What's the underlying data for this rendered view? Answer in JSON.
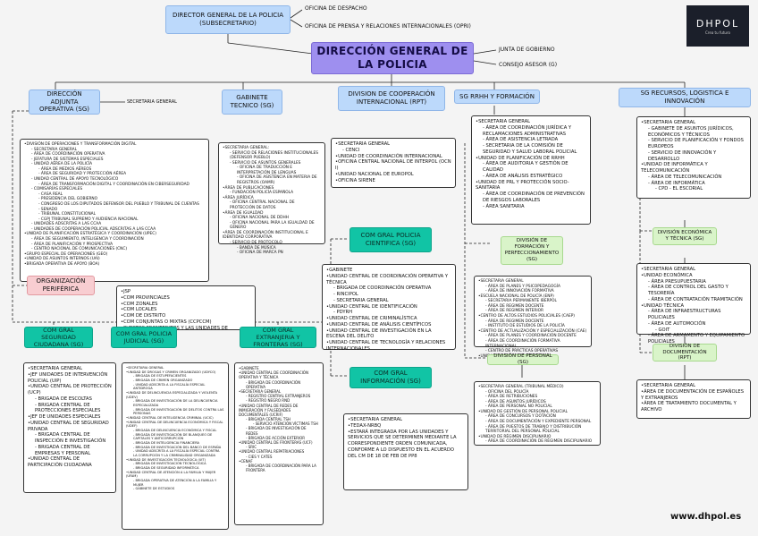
{
  "logo": {
    "name": "DHPOL",
    "tagline": "Crea tu futuro"
  },
  "website": "www.dhpol.es",
  "director_general": "DIRECTOR GENERAL DE LA POLICIA (SUBSECRETARIO)",
  "top_side": [
    "OFICINA DE DESPACHO",
    "OFICINA DE PRENSA Y RELACIONES INTERNACIONALES (OPRI)"
  ],
  "main_title": "DIRECCIÓN GENERAL DE LA POLICIA",
  "main_side": [
    "JUNTA DE GOBIERNO",
    "CONSEJO ASESOR (G)"
  ],
  "dao": {
    "title": "DIRECCIÓN ADJUNTA OPERATIVA (SG)",
    "side_label": "SECRETARIA GENERAL",
    "items": [
      [
        "l0",
        "DIVISIÓN DE OPERACIONES Y TRANSFORMACIÓN DIGITAL"
      ],
      [
        "l1",
        "SECRETARIA GENERAL"
      ],
      [
        "l1",
        "ÁREA DE COORDINACIÓN OPERATIVA"
      ],
      [
        "l1",
        "JEFATURA DE SISTEMAS ESPECIALES"
      ],
      [
        "l1",
        "UNIDAD AÉREA DE LA POLICÍA"
      ],
      [
        "l2",
        "ÁREA DE MEDIOS AÉREOS"
      ],
      [
        "l2",
        "ÁREA DE SEGURIDAD Y PROTECCIÓN AÉREA"
      ],
      [
        "l1",
        "UNIDAD CENTRAL DE APOYO TECNOLÓGICO"
      ],
      [
        "l2",
        "ÁREA DE TRANSFORMACIÓN DIGITAL Y COORDINACIÓN EN CIBERSEGURIDAD"
      ],
      [
        "l1",
        "COMISARÍAS ESPECIALES"
      ],
      [
        "l2",
        "CASA REAL"
      ],
      [
        "l2",
        "PRESIDENCIA DEL GOBIERNO"
      ],
      [
        "l2",
        "CONGRESO DE LOS DIPUTADOS DEFENSOR DEL PUEBLO Y TRIBUNAL DE CUENTAS"
      ],
      [
        "l2",
        "SENADO"
      ],
      [
        "l2",
        "TRIBUNAL CONSTITUCIONAL"
      ],
      [
        "l2",
        "CGPJ TRIBUNAL SUPREMO Y AUDIENCIA NACIONAL"
      ],
      [
        "l1",
        "UNIDADES ADSCRITAS A LAS CCAA"
      ],
      [
        "l1",
        "UNIDADES DE COOPERACIÓN POLICIAL ADSCRITAS A LAS CCAA"
      ],
      [
        "l0",
        "UNIDAD DE PLANIFICACIÓN ESTRATÉGICA Y COORDINACIÓN (UPEC)"
      ],
      [
        "l1",
        "ÁREA DE SEGUIMIENTO, INTELIGENCIA Y COORDINACIÓN"
      ],
      [
        "l1",
        "ÁREA DE PLANIFICACIÓN Y PROSPECTIVA"
      ],
      [
        "l1",
        "CENTRO NACIONAL DE COMUNICACIONES (CNC)"
      ],
      [
        "l0",
        "GRUPO ESPECIAL DE OPERACIONES (GEO)"
      ],
      [
        "l0",
        "UNIDAD DE ASUNTOS INTERNOS (UAI)"
      ],
      [
        "l0",
        "BRIGADA OPERATIVA DE APOYO (BOA)"
      ]
    ]
  },
  "gabinete": {
    "title": "GABINETE TECNICO (SG)",
    "items": [
      [
        "l0",
        "SECRETARIA GENERAL:"
      ],
      [
        "l1",
        "SERVICIO DE RELACIONES INSTITUCIONALES (DEFENSOR PUEBLO)"
      ],
      [
        "l1",
        "SERVICIO DE ASUNTOS GENERALES"
      ],
      [
        "l2",
        "OFICINA DE TRADUCCIÓN E INTERPRETACIÓN DE LENGUAS"
      ],
      [
        "l2",
        "OFICINA DE ASISTENCIA EN MATERIA DE REGISTROS (OAMR)"
      ],
      [
        "l0",
        "ÁREA DE PUBLICACIONES"
      ],
      [
        "l1",
        "FUNDACIÓN POLICÍA ESPAÑOLA"
      ],
      [
        "l0",
        "ÁREA JURÍDICA"
      ],
      [
        "l1",
        "OFICINA CENTRAL NACIONAL DE PROTECCIÓN DE DATOS"
      ],
      [
        "l0",
        "ÁREA DE IGUALDAD"
      ],
      [
        "l1",
        "OFICINA NACIONAL DE DDHH"
      ],
      [
        "l1",
        "OFICINA NACIONAL PARA LA IGUALDAD DE GÉNERO"
      ],
      [
        "l0",
        "ÁREA DE COORDINACIÓN INSTITUCIONAL E IDENTIDAD CORPORATIVA"
      ],
      [
        "l1",
        "SERVICIO DE PROTOCOLO"
      ],
      [
        "l2",
        "BANDA DE MÚSICA"
      ],
      [
        "l2",
        "OFICINA DE MARCA PN"
      ]
    ]
  },
  "cooperacion": {
    "title": "DIVISION DE COOPERACIÓN INTERNACIONAL (RPT)",
    "items": [
      [
        "l0",
        "SECRETARIA GENERAL"
      ],
      [
        "l1",
        "CENCI"
      ],
      [
        "l0",
        "UNIDAD DE COORDINACIÓN INTERNACIONAL"
      ],
      [
        "l0",
        "OFICINA CENTRAL NACIONAL DE INTERPOL (OCN I)"
      ],
      [
        "l0",
        "UNIDAD NACIONAL DE EUROPOL"
      ],
      [
        "l0",
        "OFICINA SIRENE"
      ]
    ]
  },
  "rrhh": {
    "title": "SG RRHH Y FORMACIÓN",
    "items": [
      [
        "l0",
        "SECRETARIA GENERAL"
      ],
      [
        "l1",
        "ÁREA DE COORDINACIÓN JURÍDICA Y RECLAMACIONES ADMINISTRATIVAS"
      ],
      [
        "l1",
        "ÁREA DE ASISTENCIA LETRADA"
      ],
      [
        "l1",
        "SECRETARIA DE LA COMISIÓN DE SEGURIDAD Y SALUD LABORAL POLICIAL"
      ],
      [
        "l0",
        "UNIDAD DE PLANIFICACIÓN DE RRHH"
      ],
      [
        "l1",
        "ÁREA DE AUDITORIA Y GESTIÓN DE CALIDAD"
      ],
      [
        "l1",
        "ÁREA DE ANÁLISIS ESTRATÉGICO"
      ],
      [
        "l0",
        "UNIDAD DE PRL Y PROTECCIÓN SOCIO-SANITARIA"
      ],
      [
        "l1",
        "ÁREA DE COORDINACIÓN DE PREVENCIÓN DE RIESGOS LABORALES"
      ],
      [
        "l1",
        "ÁREA SANITARIA"
      ]
    ]
  },
  "logistica": {
    "title": "SG RECURSOS, LOGISTICA E INNOVACIÓN",
    "items": [
      [
        "l0",
        "SECRETARIA GENERAL"
      ],
      [
        "l1",
        "GABINETE DE ASUNTOS JURÍDICOS, ECONÓMICOS Y TÉCNICOS"
      ],
      [
        "l1",
        "SERVICIO DE PLANIFICACIÓN Y FONDOS EUROPEOS"
      ],
      [
        "l1",
        "SERVICIO DE INNOVACIÓN Y DESARROLLO"
      ],
      [
        "l0",
        "UNIDAD DE INFORMÁTICA Y TELECOMUNICACIÓN"
      ],
      [
        "l1",
        "ÁREA DE TELECOMUNICACIÓN"
      ],
      [
        "l1",
        "ÁREA DE INFORMÁTICA"
      ],
      [
        "l2",
        "CPD - EL ESCORIAL"
      ]
    ]
  },
  "cientifica": {
    "title": "COM GRAL POLICIA CIENTIFICA (SG)",
    "items": [
      [
        "l0",
        "GABINETE"
      ],
      [
        "l0",
        "UNIDAD CENTRAL DE COORDINACIÓN OPERATIVA Y TÉCNICA"
      ],
      [
        "l1",
        "BRIGADA DE COORDINACIÓN OPERATIVA"
      ],
      [
        "l1",
        "RINCIPOL"
      ],
      [
        "l1",
        "SECRETARIA GENERAL"
      ],
      [
        "l0",
        "UNIDAD CENTRAL DE IDENTIFICACIÓN"
      ],
      [
        "l1",
        "PDYRH"
      ],
      [
        "l0",
        "UNIDAD CENTRAL DE CRIMINALÍSTICA"
      ],
      [
        "l0",
        "UNIDAD CENTRAL DE ANÁLISIS CIENTÍFICOS"
      ],
      [
        "l0",
        "UNIDAD CENTRAL DE INVESTIGACIÓN EN LA ESCENA DEL DELITO"
      ],
      [
        "l0",
        "UNIDAD CENTRAL DE TECNOLOGÍA Y RELACIONES INTERNACIONALES"
      ]
    ]
  },
  "formacion": {
    "title": "DIVISIÓN DE FORMACIÓN Y PERFECCIONAMIENTO (SG)",
    "items": [
      [
        "l0",
        "SECRETARIA GENERAL"
      ],
      [
        "l1",
        "ÁREA DE PLANES Y PSICOPEDAGOGÍA"
      ],
      [
        "l1",
        "ÁREA DE INNOVACIÓN FORMATIVA"
      ],
      [
        "l0",
        "ESCUELA NACIONAL DE POLICÍA (ENP)"
      ],
      [
        "l1",
        "SECRETARIA PERMANENTE IBERPOL"
      ],
      [
        "l1",
        "ÁREA DE REGIMEN DOCENTE"
      ],
      [
        "l1",
        "ÁREA DE REGIMEN INTERIOR"
      ],
      [
        "l0",
        "CENTRO DE ALTOS ESTUDIOS POLICIALES (CAEP)"
      ],
      [
        "l1",
        "ÁREA DE REGIMEN DOCENTE"
      ],
      [
        "l1",
        "INSTITUTO DE ESTUDIOS DE LA POLICÍA"
      ],
      [
        "l0",
        "CENTRO DE ACTUALIZACIÓN Y ESPECIALIZACIÓN (CAE)"
      ],
      [
        "l1",
        "ÁREA DE PLANES Y COORDINACIÓN DOCENTE"
      ],
      [
        "l1",
        "ÁREA DE COORDINACIÓN FORMATIVA INTERNACIONAL"
      ],
      [
        "l1",
        "CENTRO DE PRÁCTICAS OPERATIVAS"
      ],
      [
        "l0",
        "UNIDAD DE PROCESOS SELECTIVOS"
      ]
    ]
  },
  "economica": {
    "title": "DIVISIÓN ECONÓMICA Y TÉCNICA (SG)",
    "items": [
      [
        "l0",
        "SECRETARIA GENERAL"
      ],
      [
        "l0",
        "UNIDAD ECONÓMICA"
      ],
      [
        "l1",
        "ÁREA PRESUPUESTARIA"
      ],
      [
        "l1",
        "ÁREA DE CONTROL DEL GASTO Y TESORERÍA"
      ],
      [
        "l1",
        "ÁREA DE CONTRATACIÓN TRAMITACIÓN"
      ],
      [
        "l0",
        "UNIDAD TÉCNICA"
      ],
      [
        "l1",
        "ÁREA DE INFRAESTRUCTURAS POLICIALES"
      ],
      [
        "l1",
        "ÁREA DE AUTOMOCIÓN"
      ],
      [
        "l2",
        "GOIT"
      ],
      [
        "l1",
        "ÁREA DE ARMAMENTO Y EQUIPAMIENTO POLICIALES"
      ]
    ]
  },
  "documentacion": {
    "title": "DIVISIÓN DE DOCUMENTACIÓN (RPT)",
    "items": [
      [
        "l0",
        "SECRETARIA GENERAL"
      ],
      [
        "l0",
        "ÁREA DE DOCUMENTACIÓN DE ESPAÑOLES Y EXTRANJEROS"
      ],
      [
        "l0",
        "ÁREA DE TRATAMIENTO DOCUMENTAL Y ARCHIVO"
      ]
    ]
  },
  "personal": {
    "title": "DIVISIÓN DE PERSONAL (SG)",
    "items": [
      [
        "l0",
        "SECRETARIA GENERAL (TRIBUNAL MÉDICO)"
      ],
      [
        "l1",
        "OFICINA DEL POLICÍA"
      ],
      [
        "l1",
        "ÁREA DE RETRIBUCIONES"
      ],
      [
        "l1",
        "ÁREA DE ASUNTOS JURÍDICOS"
      ],
      [
        "l1",
        "ÁREA DE PERSONAL NO POLICIAL"
      ],
      [
        "l0",
        "UNIDAD DE GESTIÓN DE PERSONAL POLICIAL"
      ],
      [
        "l1",
        "ÁREA DE CONCURSOS Y DOTACIÓN"
      ],
      [
        "l1",
        "ÁREA DE DOCUMENTACIÓN Y EXPEDIENTE PERSONAL"
      ],
      [
        "l1",
        "ÁREA DE PUESTOS DE TRABAJO Y DISTRIBUCIÓN TERRITORIAL DEL PERSONAL POLICIAL"
      ],
      [
        "l0",
        "UNIDAD DE RÉGIMEN DISCIPLINARIO"
      ],
      [
        "l1",
        "ÁREA DE COORDINACIÓN DE RÉGIMEN DISCIPLINARIO"
      ]
    ]
  },
  "informacion": {
    "title": "COM GRAL INFORMACIÓN (SG)",
    "items": [
      [
        "l0",
        "SECRETARIA GENERAL"
      ],
      [
        "l0",
        "TEDAX-NRBQ"
      ],
      [
        "l0",
        "ESTARÁ INTEGRADA POR LAS UNIDADES Y SERVICIOS QUE SE DETERMINEN MEDIANTE LA CORRESPONDIENTE ORDEN COMUNICADA, CONFORME A LO DISPUESTO EN EL ACUERDO DEL CM DE 18 DE FEB DE PP8"
      ]
    ]
  },
  "periferica": {
    "title": "ORGANIZACIÓN PERIFÉRICA",
    "items": [
      [
        "l0",
        "JSP"
      ],
      [
        "l0",
        "COM PROVINCIALES"
      ],
      [
        "l0",
        "COM ZONALES"
      ],
      [
        "l0",
        "COM LOCALES"
      ],
      [
        "l0",
        "COM DE DISTRITO"
      ],
      [
        "l0",
        "COM CONJUNTAS O MIXTAS (CCPCCM)"
      ],
      [
        "l0",
        "PUESTOS FRONTERIZOS Y LAS UNIDADES DE DOCUMENTACIÓN"
      ]
    ]
  },
  "ciudadana": {
    "title": "COM GRAL SEGURIDAD CIUDADANA (SG)",
    "items": [
      [
        "l0",
        "SECRETARIA GENERAL"
      ],
      [
        "l0",
        "JEF UNIDADES DE INTERVENCIÓN POLICIAL (UIP)"
      ],
      [
        "l0",
        "UNIDAD CENTRAL DE PROTECCIÓN (UCP)"
      ],
      [
        "l1",
        "BRIGADA DE ESCOLTAS"
      ],
      [
        "l1",
        "BRIGADA CENTRAL DE PROTECCIONES ESPECIALES"
      ],
      [
        "l0",
        "JEF DE UNIDADES ESPECIALES"
      ],
      [
        "l0",
        "UNIDAD CENTRAL DE SEGURIDAD PRIVADA"
      ],
      [
        "l1",
        "BRIGADA CENTRAL DE INSPECCIÓN E INVESTIGACIÓN"
      ],
      [
        "l1",
        "BRIGADA CENTRAL DE EMPRESAS Y PERSONAL"
      ],
      [
        "l0",
        "UNIDAD CENTRAL DE PARTICIPACIÓN CIUDADANA"
      ]
    ]
  },
  "judicial": {
    "title": "COM GRAL POLICIA JUDICIAL (SG)",
    "items": [
      [
        "l0",
        "SECRETARIA GENERAL"
      ],
      [
        "l0",
        "UNIDAD DE DROGAS Y CRIMEN ORGANIZADO (UDYCO)"
      ],
      [
        "l1",
        "BRIGADA DE ESTUPEFACIENTES"
      ],
      [
        "l1",
        "BRIGADA DE CRIMEN ORGANIZADO"
      ],
      [
        "l1",
        "UNIDAD ADSCRITA A LA FISCALÍA ESPECIAL ANTIDROGA"
      ],
      [
        "l0",
        "UNIDAD DE DELINCUENCIA ESPECIALIZADA Y VIOLENTA (UDEV)"
      ],
      [
        "l1",
        "BRIGADA DE INVESTIGACIÓN DE LA DELINCUENCIA ESPECIALIZADA"
      ],
      [
        "l1",
        "BRIGADA DE INVESTIGACIÓN DE DELITOS CONTRA LAS PERSONAS"
      ],
      [
        "l0",
        "UNIDAD CENTRAL DE INTELIGENCIA CRIMINAL (UCIC)"
      ],
      [
        "l0",
        "UNIDAD CENTRAL DE DELINCUENCIA ECONÓMICA Y FISCAL (UDEF)"
      ],
      [
        "l1",
        "BRIGADA DE DELINCUENCIA ECONÓMICA Y FISCAL"
      ],
      [
        "l1",
        "BRIGADA DE INVESTIGACIÓN DE BLANQUEO DE CAPITALES Y ANTICORRUPCIÓN"
      ],
      [
        "l1",
        "BRIGADA DE INTELIGENCIA FINANCIERA"
      ],
      [
        "l1",
        "BRIGADA DE INVESTIGACIÓN DEL BANCO DE ESPAÑA"
      ],
      [
        "l1",
        "UNIDAD ADSCRITA A LA FISCALÍA ESPECIAL CONTRA LA CORRUPCIÓN Y LA CRIMINALIDAD ORGANIZADA"
      ],
      [
        "l0",
        "UNIDAD DE INVESTIGACIÓN TECNOLÓGICA (UIT)"
      ],
      [
        "l1",
        "BRIGADA DE INVESTIGACIÓN TECNOLÓGICA"
      ],
      [
        "l1",
        "BRIGADA DE SEGURIDAD INFORMÁTICA"
      ],
      [
        "l0",
        "UNIDAD CENTRAL DE ATENCIÓN A LA FAMILIA Y MUJER (UFAM)"
      ],
      [
        "l1",
        "BRIGADA OPERATIVA DE ATENCIÓN A LA FAMILIA Y MUJER"
      ],
      [
        "l1",
        "GABINETE DE ESTUDIOS"
      ]
    ]
  },
  "extranjeria": {
    "title": "COM GRAL EXTRANJERIA Y FRONTERAS (SG)",
    "items": [
      [
        "l0",
        "GABINETE"
      ],
      [
        "l0",
        "UNIDAD CENTRAL DE COORDINACIÓN OPERATIVA Y TÉCNICA"
      ],
      [
        "l1",
        "BRIGADA DE COORDINACIÓN OPERATIVA"
      ],
      [
        "l0",
        "SECRETARIA GENERAL"
      ],
      [
        "l1",
        "REGISTRO CENTRAL EXTRANJEROS"
      ],
      [
        "l1",
        "REGISTRO NEGRO RND"
      ],
      [
        "l0",
        "UNIDAD CENTRAL DE REDES DE INMIGRACIÓN Y FALSEDADES DOCUMENTALES (UCRIF)"
      ],
      [
        "l1",
        "BRIGADA CENTRAL TSH"
      ],
      [
        "l2",
        "SERVICIO ATENCIÓN VÍCTIMAS TSH"
      ],
      [
        "l1",
        "BRIGADA DE INVESTIGACIÓN DE REDES"
      ],
      [
        "l1",
        "BRIGADA DE ACCIÓN EXTERIOR"
      ],
      [
        "l0",
        "UNIDAD CENTRAL DE FRONTERAS (UCF)"
      ],
      [
        "l1",
        "SRIC"
      ],
      [
        "l0",
        "UNIDAD CENTRAL REPATRIACIONES"
      ],
      [
        "l1",
        "CIES Y CATES"
      ],
      [
        "l0",
        "CENAF"
      ],
      [
        "l1",
        "BRIGADA DE COORDINACIÓN PARA LA FRONTERA"
      ]
    ]
  }
}
